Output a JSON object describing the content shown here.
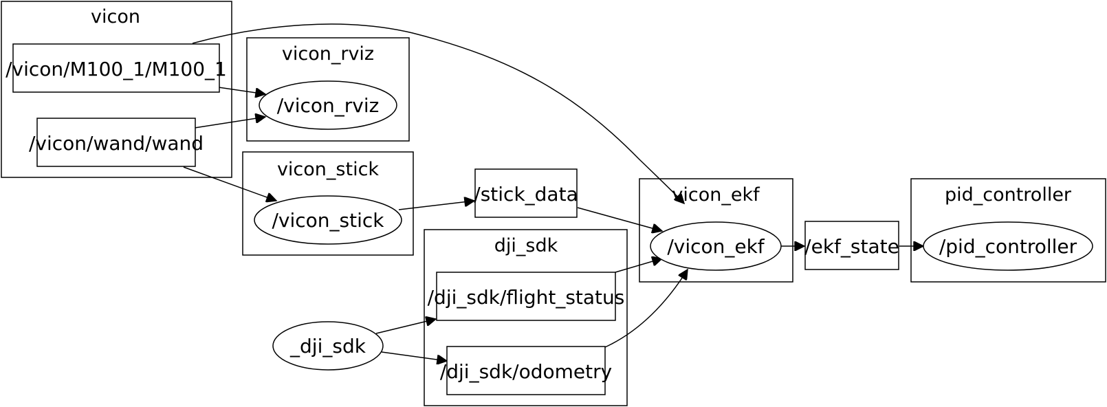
{
  "clusters": {
    "vicon": "vicon",
    "vicon_rviz": "vicon_rviz",
    "vicon_stick": "vicon_stick",
    "dji_sdk": "dji_sdk",
    "vicon_ekf": "vicon_ekf",
    "pid_controller": "pid_controller"
  },
  "topics": {
    "m100": "/vicon/M100_1/M100_1",
    "wand": "/vicon/wand/wand",
    "stick_data": "/stick_data",
    "flight_status": "/dji_sdk/flight_status",
    "odometry": "/dji_sdk/odometry",
    "ekf_state": "/ekf_state"
  },
  "nodes": {
    "vicon_rviz": "/vicon_rviz",
    "vicon_stick": "/vicon_stick",
    "dji_sdk": "_dji_sdk",
    "vicon_ekf": "/vicon_ekf",
    "pid_controller": "/pid_controller"
  }
}
